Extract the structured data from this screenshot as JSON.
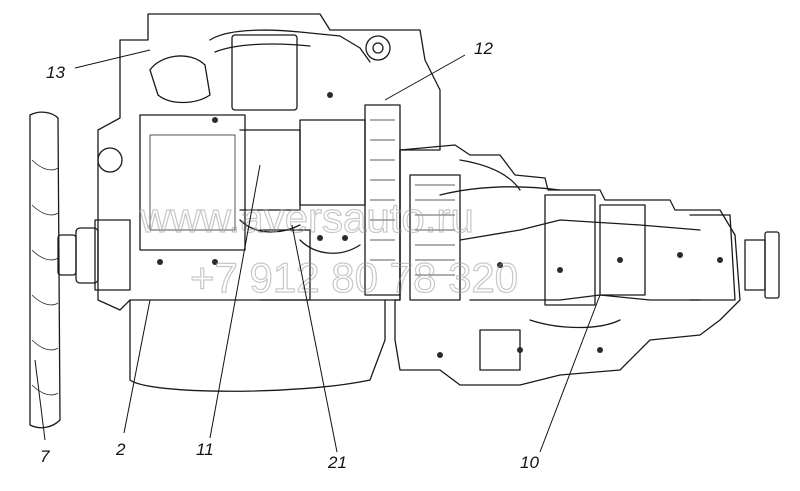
{
  "watermark": {
    "site": "www.aversauto.ru",
    "phone": "+7 912 80 78 320"
  },
  "callouts": [
    {
      "id": "c13",
      "label": "13"
    },
    {
      "id": "c12",
      "label": "12"
    },
    {
      "id": "c7",
      "label": "7"
    },
    {
      "id": "c2",
      "label": "2"
    },
    {
      "id": "c11",
      "label": "11"
    },
    {
      "id": "c21",
      "label": "21"
    },
    {
      "id": "c10",
      "label": "10"
    }
  ]
}
